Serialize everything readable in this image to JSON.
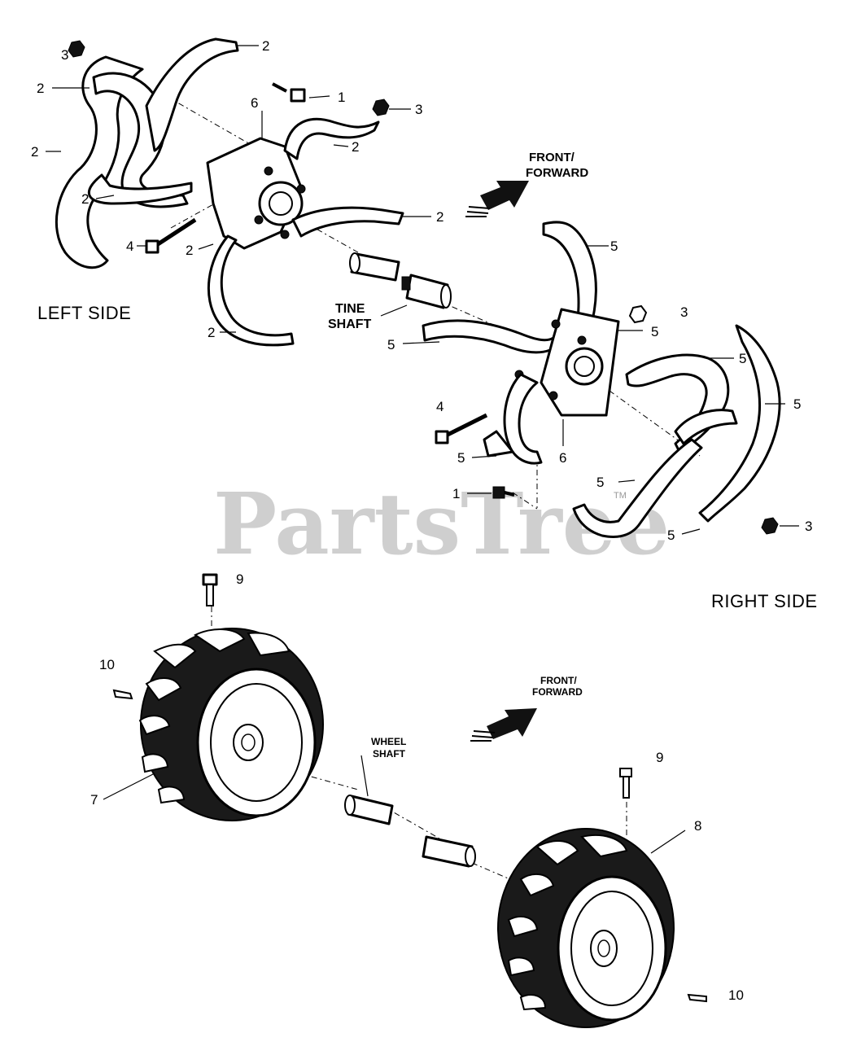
{
  "diagram": {
    "captions": {
      "left_side": "LEFT SIDE",
      "right_side": "RIGHT SIDE"
    },
    "direction_labels": {
      "top_line1": "FRONT/",
      "top_line2": "FORWARD",
      "bottom_line1": "FRONT/",
      "bottom_line2": "FORWARD"
    },
    "shaft_labels": {
      "tine_line1": "TINE",
      "tine_line2": "SHAFT",
      "wheel_line1": "WHEEL",
      "wheel_line2": "SHAFT"
    },
    "callouts": {
      "c01": "3",
      "c02": "2",
      "c03": "2",
      "c04": "1",
      "c05": "6",
      "c06": "3",
      "c07": "2",
      "c08": "2",
      "c09": "2",
      "c10": "2",
      "c11": "4",
      "c12": "2",
      "c13": "2",
      "c14": "5",
      "c15": "3",
      "c16": "5",
      "c17": "5",
      "c18": "5",
      "c19": "5",
      "c20": "4",
      "c21": "6",
      "c22": "5",
      "c23": "1",
      "c24": "5",
      "c25": "3",
      "c26": "5",
      "c27": "9",
      "c28": "10",
      "c29": "7",
      "c30": "9",
      "c31": "8",
      "c32": "10"
    },
    "watermark": "PartsTree",
    "trademark": "TM"
  }
}
